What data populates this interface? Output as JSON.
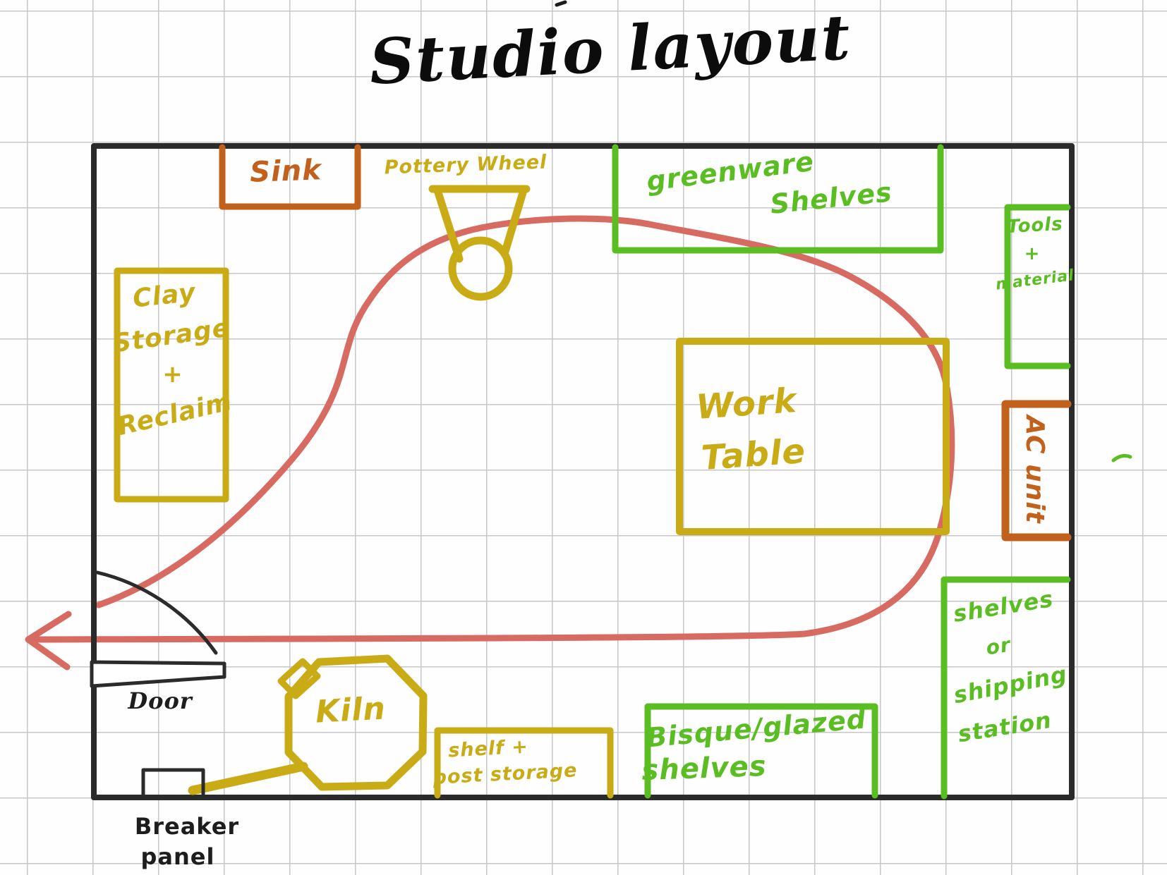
{
  "title": "Studio layout",
  "colors": {
    "wall": "#2b2b2b",
    "ink": "#1d1d1d",
    "yellow": "#c9ab15",
    "orange": "#c2611c",
    "green": "#5abe23",
    "red": "#d76b61"
  },
  "areas": {
    "sink": {
      "label": "Sink",
      "color": "#c2611c"
    },
    "pottery_wheel": {
      "label": "Pottery Wheel",
      "color": "#c9ab15"
    },
    "greenware_shelves": {
      "line1": "greenware",
      "line2": "Shelves",
      "color": "#5abe23"
    },
    "tools_material": {
      "line1": "Tools",
      "line2": "+",
      "line3": "material",
      "color": "#5abe23"
    },
    "clay_storage": {
      "line1": "Clay",
      "line2": "Storage",
      "line3": "+",
      "line4": "Reclaim",
      "color": "#c9ab15"
    },
    "work_table": {
      "line1": "Work",
      "line2": "Table",
      "color": "#c9ab15"
    },
    "ac_unit": {
      "label": "AC unit",
      "color": "#c2611c"
    },
    "shipping_station": {
      "line1": "shelves",
      "line2": "or",
      "line3": "shipping",
      "line4": "station",
      "color": "#5abe23"
    },
    "bisque_shelves": {
      "line1": "Bisque/glazed",
      "line2": "shelves",
      "color": "#5abe23"
    },
    "shelf_post_storage": {
      "line1": "shelf +",
      "line2": "post storage",
      "color": "#c9ab15"
    },
    "kiln": {
      "label": "Kiln",
      "color": "#c9ab15"
    },
    "door": {
      "label": "Door",
      "color": "#1d1d1d"
    },
    "breaker_panel": {
      "line1": "Breaker",
      "line2": "panel",
      "color": "#1d1d1d"
    }
  },
  "path": {
    "description": "workflow path with arrow exiting through door",
    "color": "#d76b61"
  }
}
